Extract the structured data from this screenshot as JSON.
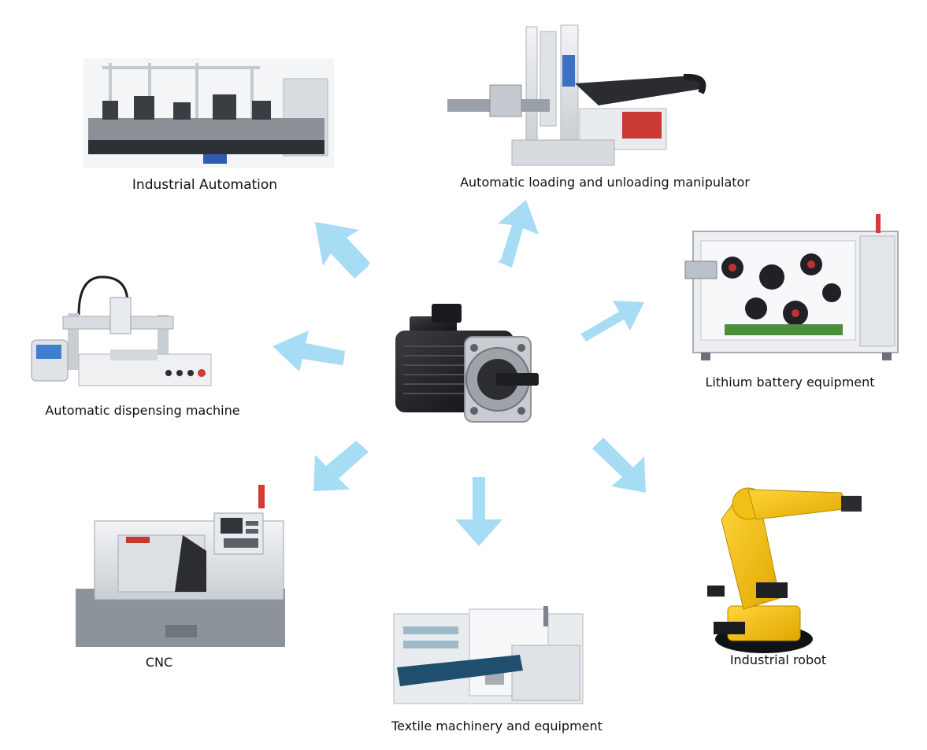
{
  "hub": {
    "name": "servo-motor-icon"
  },
  "arrow_color": "#a7dcf5",
  "applications": [
    {
      "id": "industrial-automation",
      "label": "Industrial Automation",
      "icon": "assembly-line-icon"
    },
    {
      "id": "loading-manipulator",
      "label": "Automatic loading and unloading manipulator",
      "icon": "manipulator-icon"
    },
    {
      "id": "lithium-battery",
      "label": "Lithium battery equipment",
      "icon": "battery-machine-icon"
    },
    {
      "id": "industrial-robot",
      "label": "Industrial robot",
      "icon": "robot-arm-icon"
    },
    {
      "id": "textile-machinery",
      "label": "Textile machinery and equipment",
      "icon": "textile-machine-icon"
    },
    {
      "id": "cnc",
      "label": "CNC",
      "icon": "cnc-lathe-icon"
    },
    {
      "id": "dispensing-machine",
      "label": "Automatic dispensing machine",
      "icon": "dispensing-machine-icon"
    }
  ]
}
